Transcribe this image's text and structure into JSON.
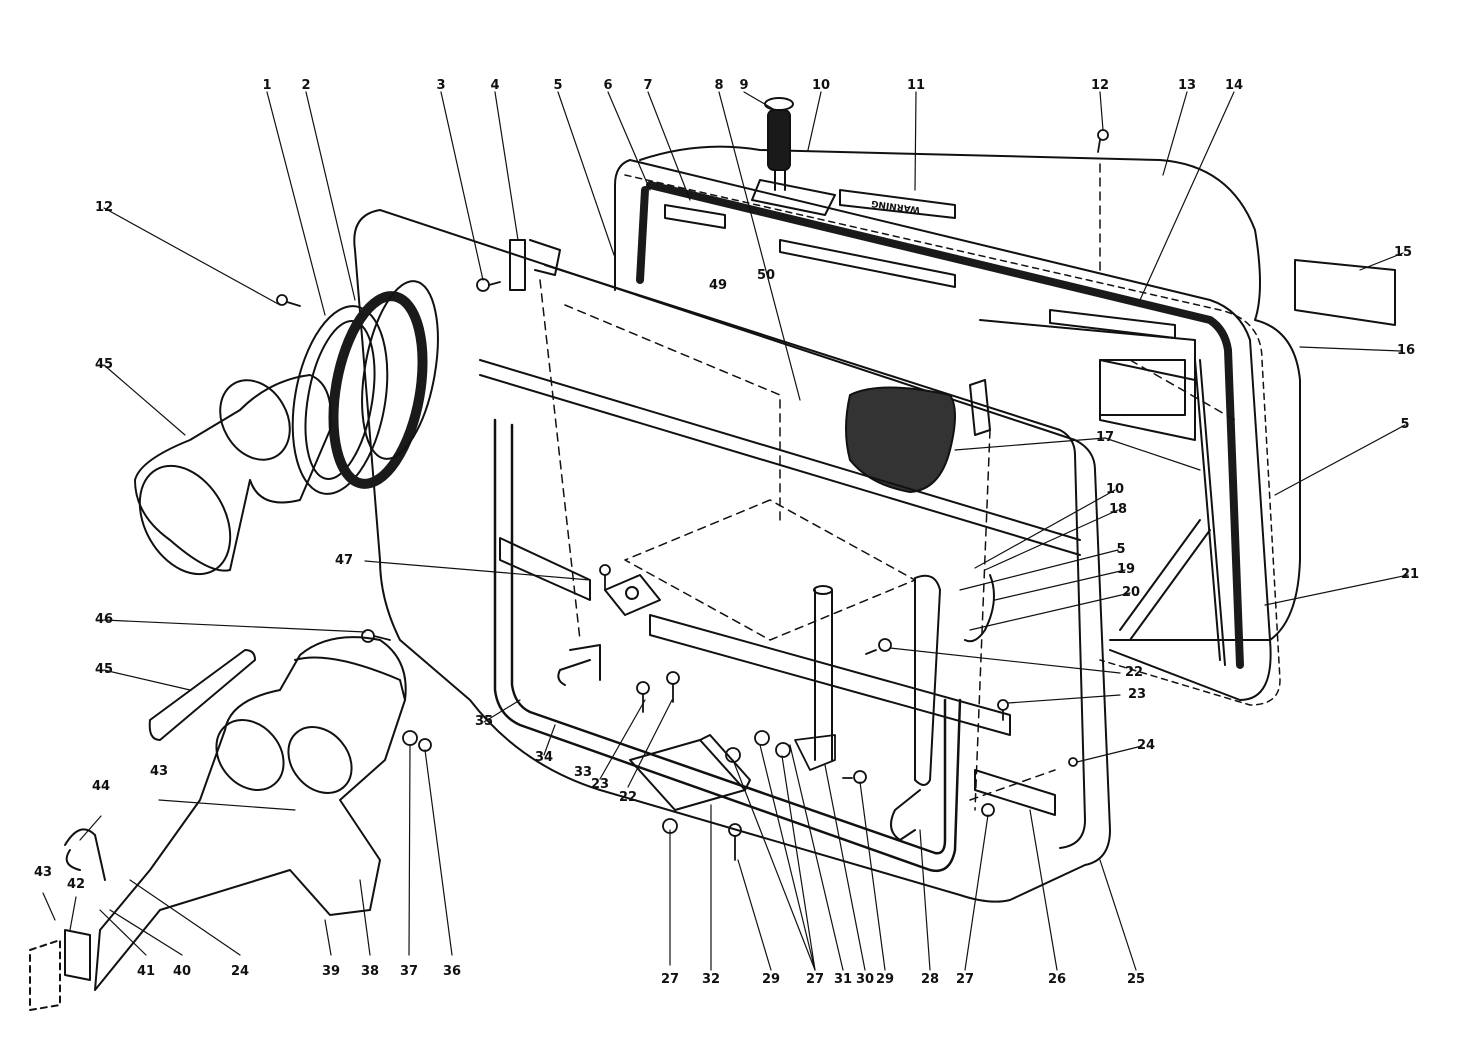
{
  "diagram": {
    "style": "exploded parts view",
    "colors": {
      "line": "#111111",
      "fill": "#ffffff",
      "screen": "#1a1a1a"
    },
    "labels": [
      "1",
      "2",
      "3",
      "4",
      "5",
      "6",
      "7",
      "8",
      "9",
      "10",
      "11",
      "12",
      "13",
      "14",
      "15",
      "5",
      "16",
      "17",
      "10",
      "18",
      "5",
      "19",
      "20",
      "21",
      "12",
      "45",
      "47",
      "46",
      "45",
      "35",
      "34",
      "33",
      "23",
      "22",
      "22",
      "23",
      "24",
      "27",
      "32",
      "29",
      "27",
      "31",
      "30",
      "29",
      "28",
      "27",
      "26",
      "25",
      "43",
      "44",
      "43",
      "42",
      "41",
      "40",
      "24",
      "39",
      "38",
      "37",
      "36"
    ],
    "decal_text": "WARNING"
  }
}
